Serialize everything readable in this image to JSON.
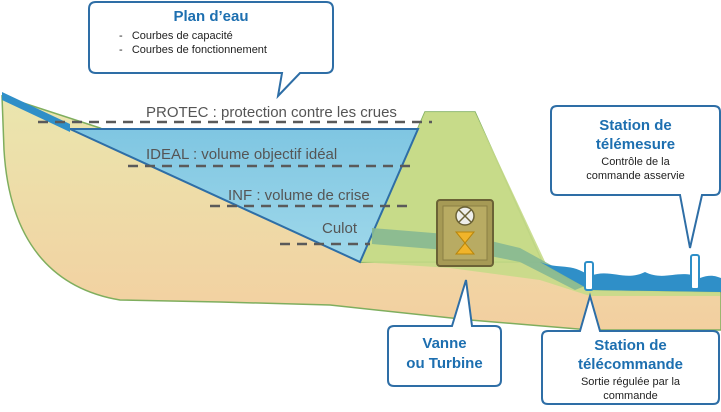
{
  "callouts": {
    "plan_deau": {
      "title": "Plan d’eau",
      "items": [
        "Courbes de capacité",
        "Courbes de fonctionnement"
      ]
    },
    "telemesure": {
      "title_line1": "Station de",
      "title_line2": "télémesure",
      "desc_line1": "Contrôle de la",
      "desc_line2": "commande asservie"
    },
    "vanne": {
      "title_line1": "Vanne",
      "title_line2": "ou Turbine"
    },
    "telecommande": {
      "title_line1": "Station de",
      "title_line2": "télécommande",
      "desc_line1": "Sortie régulée par la",
      "desc_line2": "commande"
    }
  },
  "levels": {
    "protec": "PROTEC : protection contre les crues",
    "ideal": "IDEAL : volume objectif idéal",
    "inf": "INF : volume de crise",
    "culot": "Culot"
  },
  "colors": {
    "ground": "#e9e3a6",
    "dam": "#c9dc8d",
    "water": "#8fd0e6",
    "outline": "#2e6ea6",
    "accent_title": "#1d6fb0",
    "pipe": "#86b892"
  }
}
